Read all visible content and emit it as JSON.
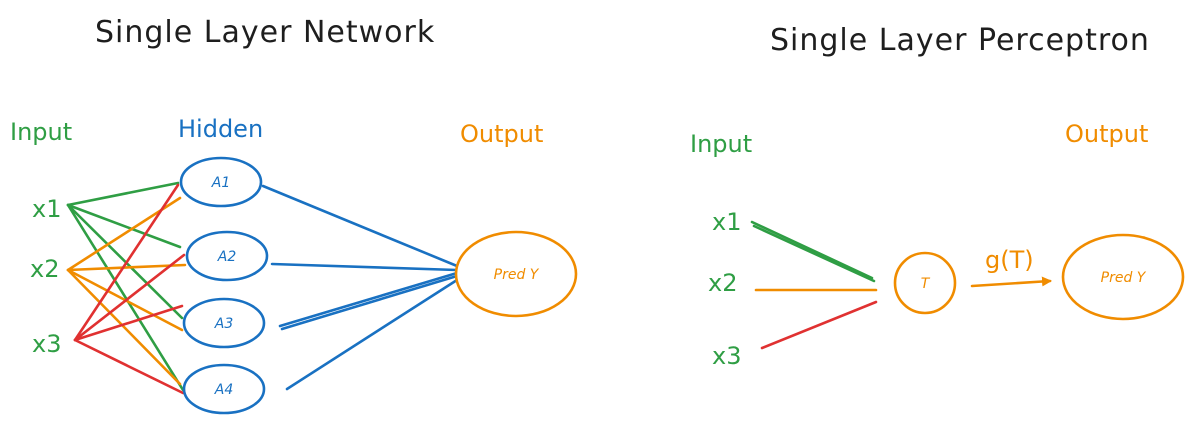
{
  "colors": {
    "input": "#2f9e44",
    "hidden": "#1971c2",
    "output": "#f08c00",
    "negative": "#e03131",
    "text": "#1e1e1e"
  },
  "left_diagram": {
    "title": "Single Layer Network",
    "input_heading": "Input",
    "hidden_heading": "Hidden",
    "output_heading": "Output",
    "inputs": [
      "x1",
      "x2",
      "x3"
    ],
    "hidden": [
      "A1",
      "A2",
      "A3",
      "A4"
    ],
    "output": "Pred Y"
  },
  "right_diagram": {
    "title": "Single Layer Perceptron",
    "input_heading": "Input",
    "output_heading": "Output",
    "inputs": [
      "x1",
      "x2",
      "x3"
    ],
    "node": "T",
    "function": "g(T)",
    "output": "Pred Y"
  }
}
